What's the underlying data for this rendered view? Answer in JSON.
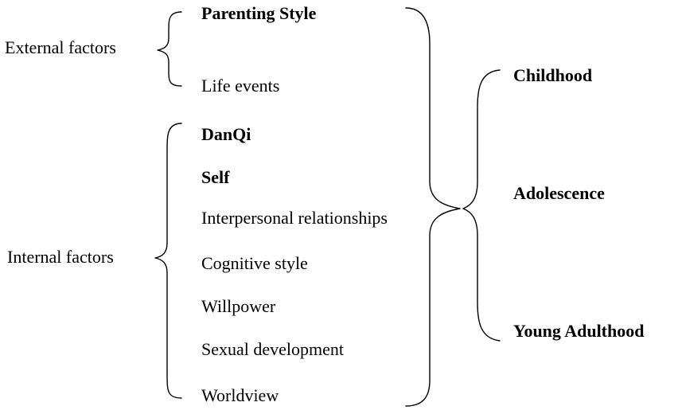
{
  "groups": {
    "external_label": "External factors",
    "internal_label": "Internal factors"
  },
  "external_factors": [
    {
      "label": "Parenting Style",
      "bold": true
    },
    {
      "label": "Life events",
      "bold": false
    }
  ],
  "internal_factors": [
    {
      "label": "DanQi",
      "bold": true
    },
    {
      "label": "Self",
      "bold": true
    },
    {
      "label": "Interpersonal relationships",
      "bold": false
    },
    {
      "label": "Cognitive style",
      "bold": false
    },
    {
      "label": "Willpower",
      "bold": false
    },
    {
      "label": "Sexual development",
      "bold": false
    },
    {
      "label": "Worldview",
      "bold": false
    }
  ],
  "stages": [
    {
      "label": "Childhood",
      "bold": true
    },
    {
      "label": "Adolescence",
      "bold": true
    },
    {
      "label": "Young Adulthood",
      "bold": true
    }
  ]
}
